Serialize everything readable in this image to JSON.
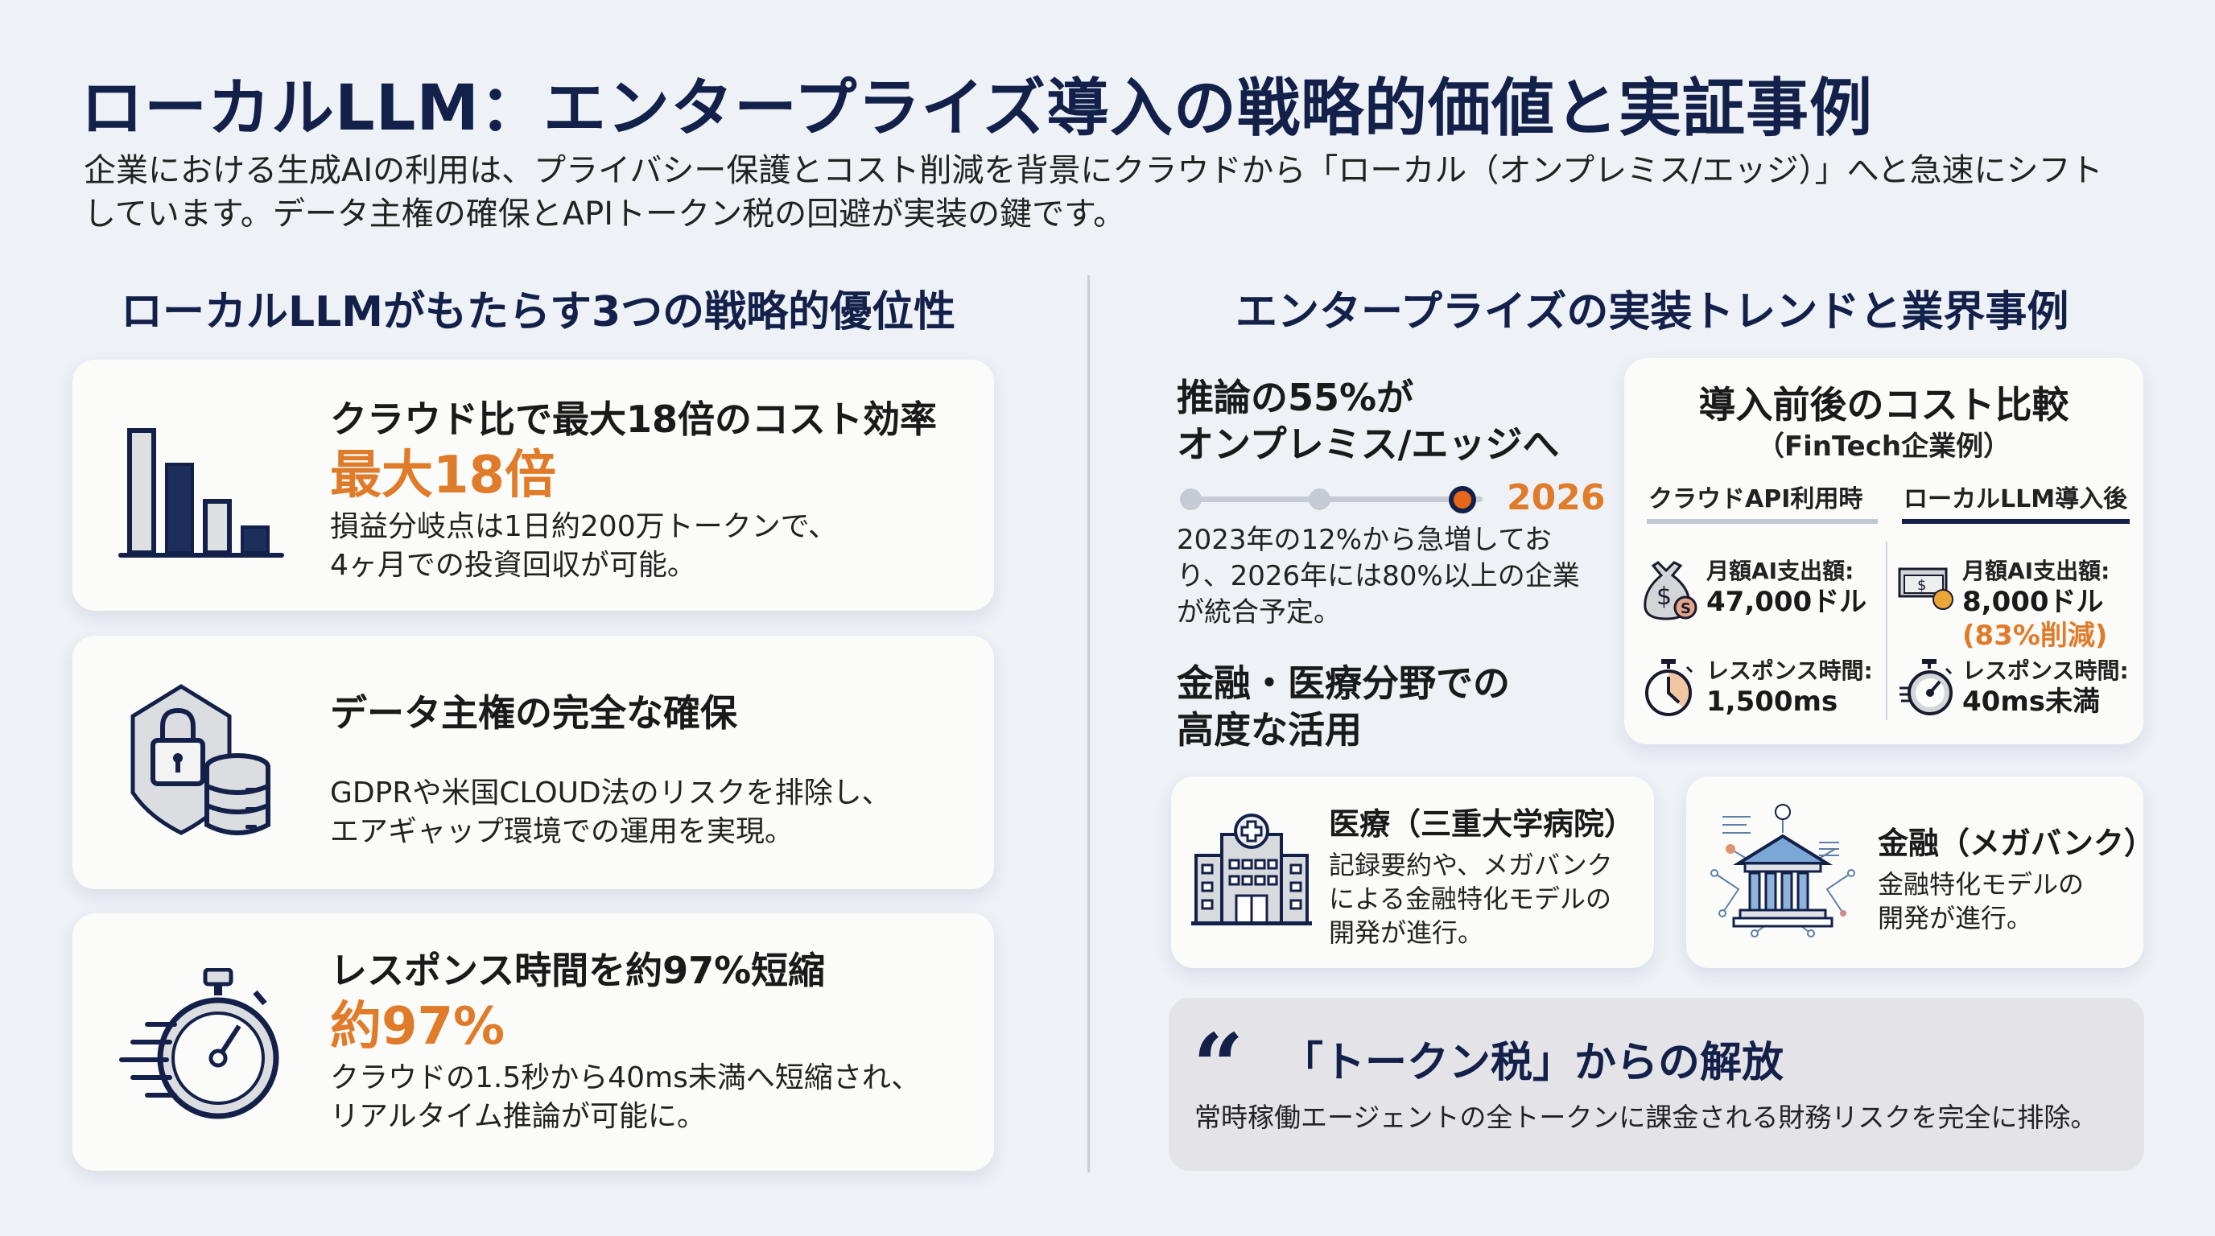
{
  "header": {
    "title": "ローカルLLM：エンタープライズ導入の戦略的価値と実証事例",
    "lead": "企業における生成AIの利用は、プライバシー保護とコスト削減を背景にクラウドから「ローカル（オンプレミス/エッジ）」へと急速にシフト\nしています。データ主権の確保とAPIトークン税の回避が実装の鍵です。"
  },
  "left": {
    "heading": "ローカルLLMがもたらす3つの戦略的優位性",
    "cards": [
      {
        "icon": "bar-chart-icon",
        "title": "クラウド比で最大18倍のコスト効率",
        "highlight": "最大18倍",
        "body": "損益分岐点は1日約200万トークンで、\n4ヶ月での投資回収が可能。"
      },
      {
        "icon": "shield-lock-database-icon",
        "title": "データ主権の完全な確保",
        "highlight": "",
        "body": "GDPRや米国CLOUD法のリスクを排除し、\nエアギャップ環境での運用を実現。"
      },
      {
        "icon": "stopwatch-icon",
        "title": "レスポンス時間を約97%短縮",
        "highlight": "約97%",
        "body": "クラウドの1.5秒から40ms未満へ短縮され、\nリアルタイム推論が可能に。"
      }
    ]
  },
  "right": {
    "heading": "エンタープライズの実装トレンドと業界事例",
    "trend": {
      "title": "推論の55%が\nオンプレミス/エッジへ",
      "timeline_year": "2026",
      "body": "2023年の12%から急増してお\nり、2026年には80%以上の企業\nが統合予定。",
      "title2": "金融・医療分野での\n高度な活用"
    },
    "cost_compare": {
      "title": "導入前後のコスト比較",
      "subtitle": "（FinTech企業例）",
      "before": {
        "header": "クラウドAPI利用時",
        "spend_label": "月額AI支出額:",
        "spend_value": "47,000ドル",
        "latency_label": "レスポンス時間:",
        "latency_value": "1,500ms"
      },
      "after": {
        "header": "ローカルLLM導入後",
        "spend_label": "月額AI支出額:",
        "spend_value": "8,000ドル",
        "reduction": "(83%削減)",
        "latency_label": "レスポンス時間:",
        "latency_value": "40ms未満"
      }
    },
    "cases": [
      {
        "icon": "hospital-icon",
        "title": "医療（三重大学病院）",
        "body": "記録要約や、メガバンク\nによる金融特化モデルの\n開発が進行。"
      },
      {
        "icon": "bank-circuit-icon",
        "title": "金融（メガバンク）",
        "body": "金融特化モデルの\n開発が進行。"
      }
    ],
    "quote": {
      "mark": "“",
      "title": "「トークン税」からの解放",
      "body": "常時稼働エージェントの全トークンに課金される財務リスクを完全に排除。"
    }
  },
  "colors": {
    "navy": "#13214a",
    "accent_orange": "#e07b2a",
    "background": "#eef2f7",
    "card": "#fbfbf9",
    "quote_card": "#e4e4e8"
  }
}
